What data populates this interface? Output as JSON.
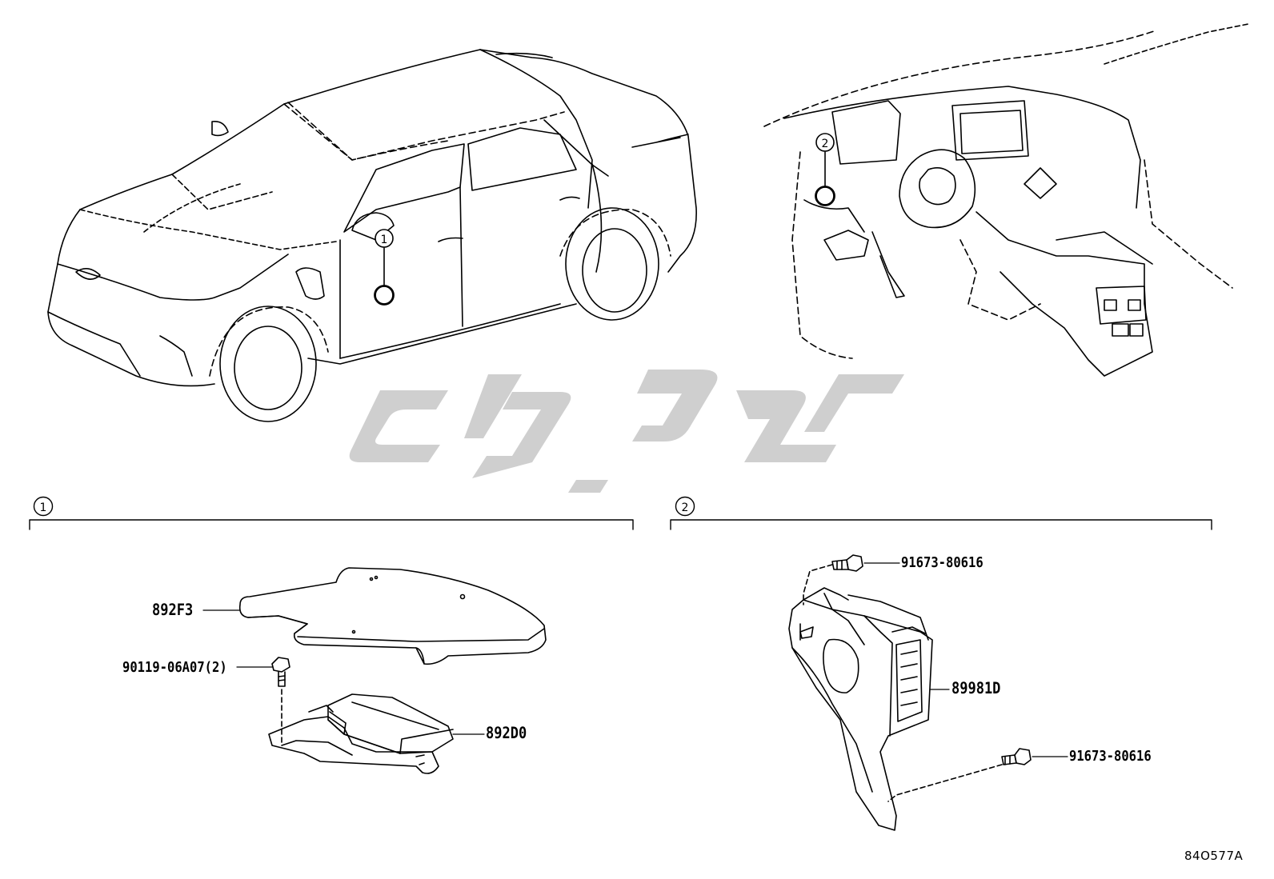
{
  "sections": [
    {
      "number": "①",
      "title_marker": "1"
    },
    {
      "number": "②",
      "title_marker": "2"
    }
  ],
  "location_markers": {
    "vehicle_marker": "1",
    "dashboard_marker": "2"
  },
  "parts": {
    "cover": "892F3",
    "screw_section1": "90119-06A07(2)",
    "module_section1": "892D0",
    "bolt_top": "91673-80616",
    "module_section2": "89981D",
    "bolt_bottom": "91673-80616"
  },
  "drawing_code": "84O577A",
  "watermark_color": "#cfcfcf"
}
